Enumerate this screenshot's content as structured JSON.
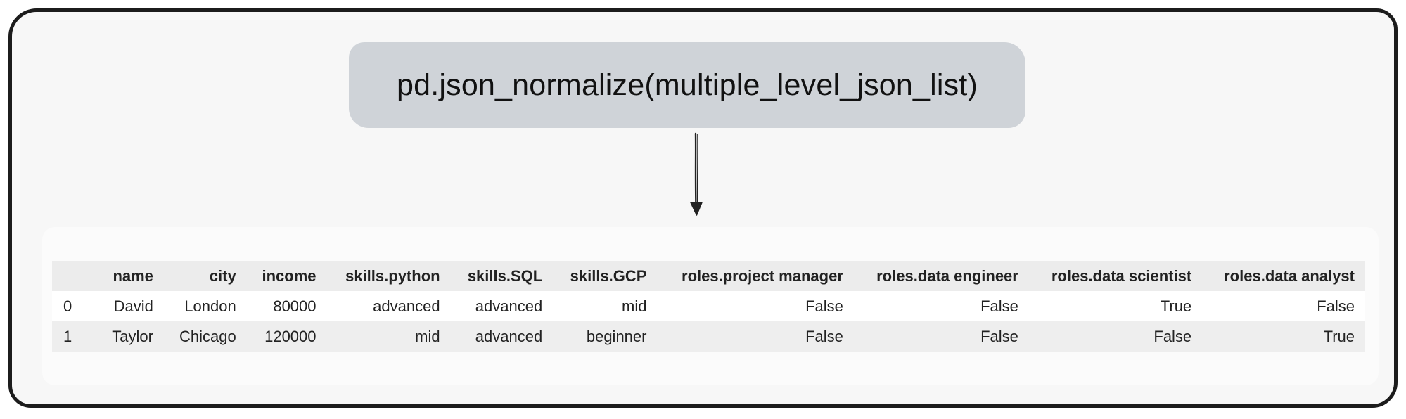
{
  "code": "pd.json_normalize(multiple_level_json_list)",
  "table": {
    "columns": [
      "",
      "name",
      "city",
      "income",
      "skills.python",
      "skills.SQL",
      "skills.GCP",
      "roles.project manager",
      "roles.data engineer",
      "roles.data scientist",
      "roles.data analyst"
    ],
    "rows": [
      [
        "0",
        "David",
        "London",
        "80000",
        "advanced",
        "advanced",
        "mid",
        "False",
        "False",
        "True",
        "False"
      ],
      [
        "1",
        "Taylor",
        "Chicago",
        "120000",
        "mid",
        "advanced",
        "beginner",
        "False",
        "False",
        "False",
        "True"
      ]
    ]
  },
  "colors": {
    "frame_border": "#1c1c1c",
    "frame_fill": "#f7f7f7",
    "code_box": "#cfd3d8",
    "header_row": "#ececec",
    "odd_row": "#eeeeee"
  }
}
